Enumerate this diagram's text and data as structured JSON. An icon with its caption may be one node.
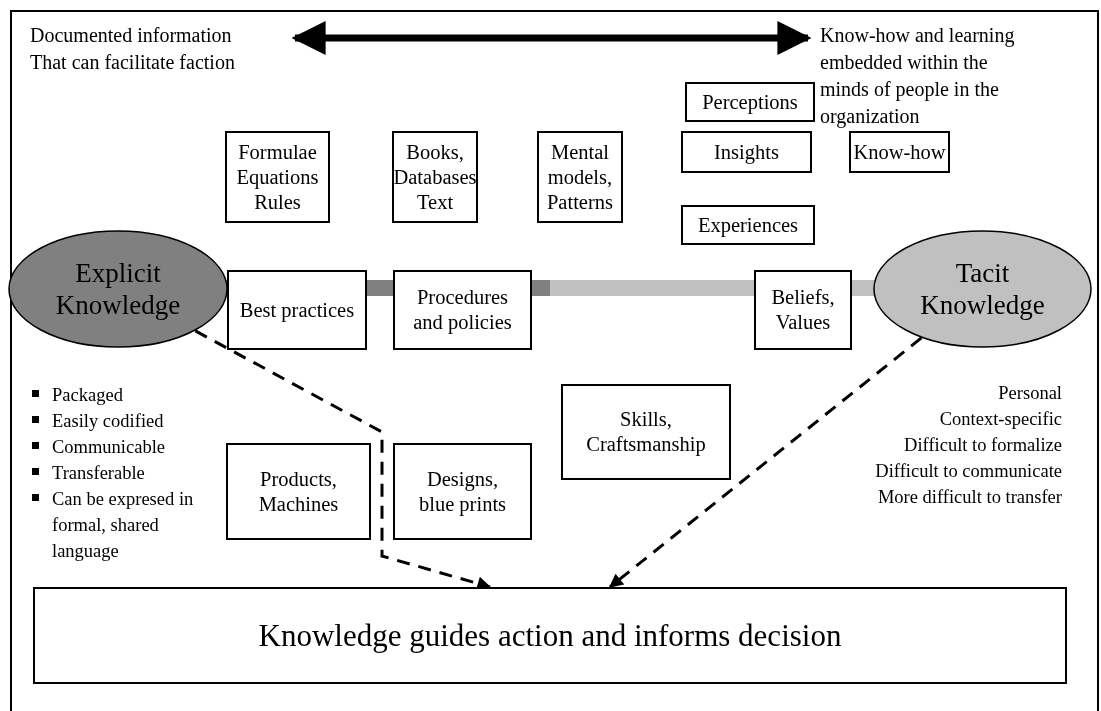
{
  "diagram": {
    "nodes": [
      {
        "text": [
          "Documented information That can facilitate faction"
        ]
      },
      {
        "text": [
          "Know-how and learning embedded within the minds of people in the organization"
        ]
      },
      {
        "text": [
          "Perceptions"
        ]
      },
      {
        "text": [
          "Formulae Equations Rules"
        ]
      },
      {
        "text": [
          "Books, Databases Text"
        ]
      },
      {
        "text": [
          "Mental models, Patterns"
        ]
      },
      {
        "text": [
          "Insights"
        ]
      },
      {
        "text": [
          "Know-how"
        ]
      },
      {
        "text": [
          "Experiences"
        ]
      },
      {
        "text": [
          "Explicit Knowledge"
        ],
        "beside": [
          "Packaged",
          "Easily codified",
          "Communicable",
          "Transferable",
          "Can be expresed in formal, shared language"
        ]
      },
      {
        "text": [
          "Tacit Knowledge"
        ],
        "beside": [
          "Personal",
          "Context-specific",
          "Difficult to formalize",
          "Difficult to communicate",
          "More difficult to transfer"
        ]
      },
      {
        "text": [
          "Best practices"
        ]
      },
      {
        "text": [
          "Procedures and policies"
        ]
      },
      {
        "text": [
          "Skills, Craftsmanship"
        ]
      },
      {
        "text": [
          "Beliefs, Values"
        ]
      },
      {
        "text": [
          "Products, Machines"
        ]
      },
      {
        "text": [
          "Designs, blue prints"
        ]
      },
      {
        "text": [
          "Knowledge guides action and informs decision"
        ]
      }
    ],
    "edges": [
      {
        "from": 0,
        "to": 1,
        "arrow": "both",
        "style": "thick"
      },
      {
        "from": 9,
        "to": 17,
        "arrow": "to",
        "style": "dashed"
      },
      {
        "from": 10,
        "to": 17,
        "arrow": "to",
        "style": "dashed"
      }
    ]
  }
}
